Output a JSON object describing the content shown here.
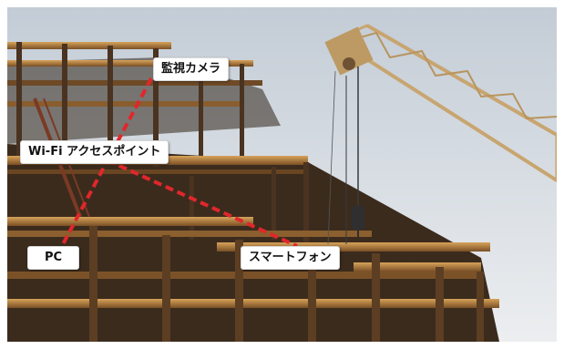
{
  "labels": {
    "camera": "監視カメラ",
    "access_point": "Wi-Fi アクセスポイント",
    "pc": "PC",
    "smartphone": "スマートフォン"
  },
  "colors": {
    "sky_top": "#c5cdd6",
    "sky_bottom": "#e7eaee",
    "steel_dark": "#3a2a1c",
    "steel_lit": "#b8823d",
    "crane": "#c8a570",
    "link_line": "#e0272b"
  },
  "icons": [
    "building-frame",
    "crane",
    "crane-hook"
  ]
}
